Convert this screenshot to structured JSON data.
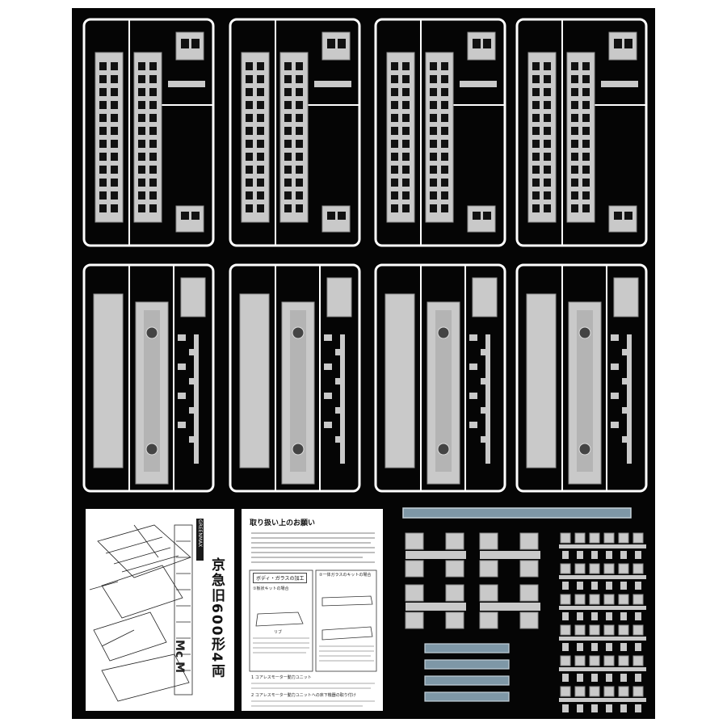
{
  "colors": {
    "background": "#050505",
    "frame": "#ffffff",
    "plastic": "#c9c9c9",
    "plastic_shadow": "#8f8f8f",
    "glass_blue": "#7e97a6",
    "paper": "#ffffff",
    "ink": "#111111"
  },
  "product": {
    "brand_badge": "GREENMAX",
    "title_vertical": "京急旧600形4両",
    "car_codes": "Mc M"
  },
  "instructions": {
    "heading": "取り扱い上のお願い",
    "section_body_glass": "ボディ・ガラスの加工",
    "section_integrated_glass": "②一体ガラスのキットの場合",
    "section_flat_kit": "①板状キットの場合",
    "label_rib": "リブ",
    "note_motor_1": "1 コアレスモーター動力ユニット",
    "note_motor_2": "2 コアレスモーター動力ユニットへの床下機器の取り付け"
  },
  "icons": [
    "runner-frame-icon",
    "body-side-panel-icon",
    "cab-end-icon",
    "floor-chassis-icon",
    "window-glass-strip-icon",
    "underfloor-parts-icon"
  ]
}
